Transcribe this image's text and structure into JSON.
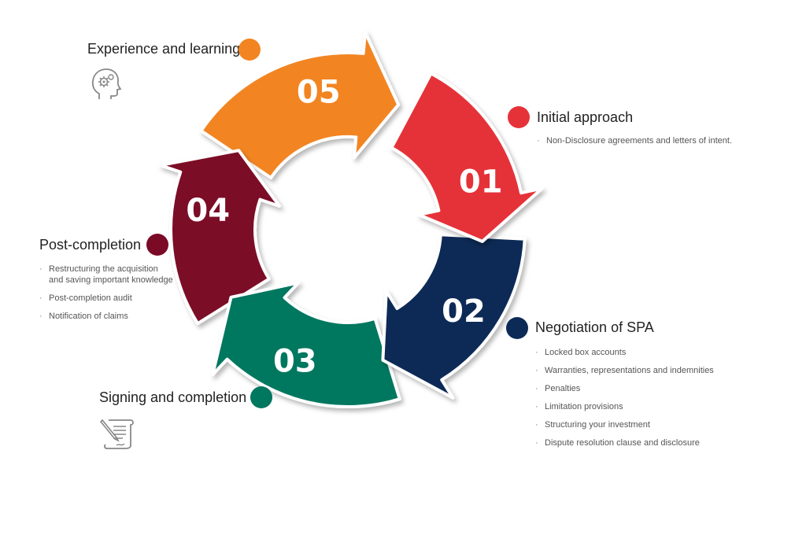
{
  "stages": [
    {
      "number": "01",
      "title": "Initial approach",
      "color": "#e53238",
      "bullets": [
        "Non-Disclosure agreements and letters of intent."
      ]
    },
    {
      "number": "02",
      "title": "Negotiation of SPA",
      "color": "#0c2a56",
      "bullets": [
        "Locked box accounts",
        "Warranties, representations and indemnities",
        "Penalties",
        "Limitation provisions",
        "Structuring your investment",
        "Dispute resolution clause and disclosure"
      ]
    },
    {
      "number": "03",
      "title": "Signing and completion",
      "color": "#00775f",
      "bullets": [],
      "icon": "contract-signing-icon"
    },
    {
      "number": "04",
      "title": "Post-completion",
      "color": "#7b0a26",
      "bullets": [
        "Restructuring the acquisition\nand saving important knowledge",
        "Post-completion audit",
        "Notification of claims"
      ]
    },
    {
      "number": "05",
      "title": "Experience and learning",
      "color": "#f28522",
      "bullets": [],
      "icon": "head-gears-icon"
    }
  ]
}
